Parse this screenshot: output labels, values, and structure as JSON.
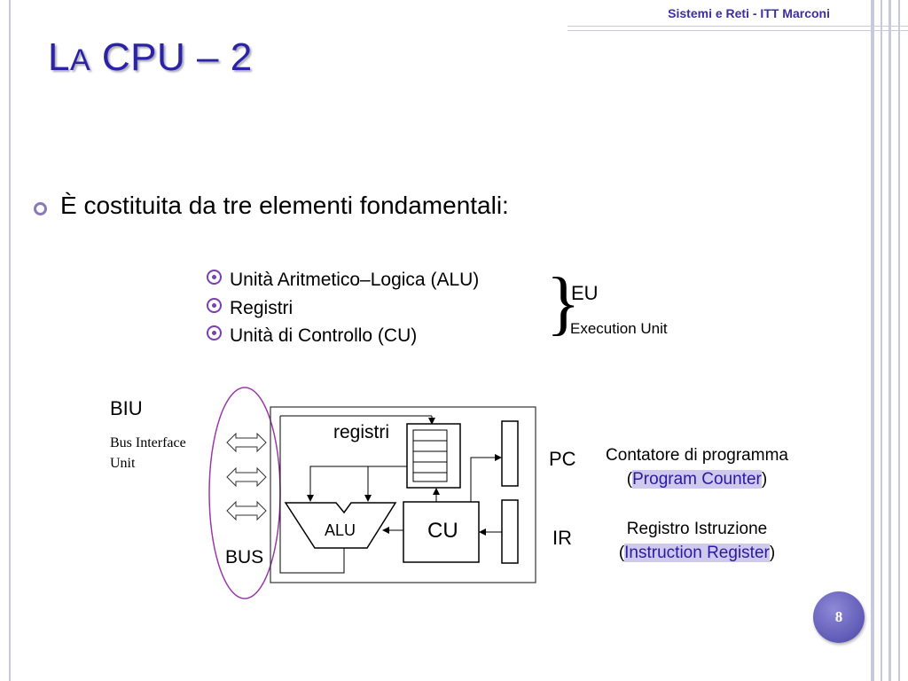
{
  "header": {
    "text": "Sistemi e Reti  - ITT Marconi"
  },
  "title": {
    "big1": "L",
    "small1": "A",
    "rest": " CPU – 2"
  },
  "bullet": {
    "text": "È costituita da tre elementi fondamentali:"
  },
  "sub_items": [
    {
      "label": "Unità Aritmetico–Logica (ALU)"
    },
    {
      "label": "Registri"
    },
    {
      "label": "Unità di Controllo (CU)"
    }
  ],
  "brace": {
    "symbol": "}",
    "label": "EU",
    "sublabel": "Execution Unit"
  },
  "diagram": {
    "biu_label": "BIU",
    "biu_sub_line1": "Bus Interface",
    "biu_sub_line2": "Unit",
    "bus_label": "BUS",
    "registri_label": "registri",
    "alu_label": "ALU",
    "cu_label": "CU",
    "pc_label": "PC",
    "pc_desc_line1": "Contatore di programma",
    "pc_desc_open": "(",
    "pc_desc_highlight": "Program Counter",
    "pc_desc_close": ")",
    "ir_label": "IR",
    "ir_desc_line1": "Registro Istruzione",
    "ir_desc_open": "(",
    "ir_desc_highlight": "Instruction Register",
    "ir_desc_close": ")"
  },
  "page_number": "8",
  "colors": {
    "title": "#2b22a6",
    "accent": "#7a3fb2",
    "highlight_bg": "#cfc9ee"
  }
}
